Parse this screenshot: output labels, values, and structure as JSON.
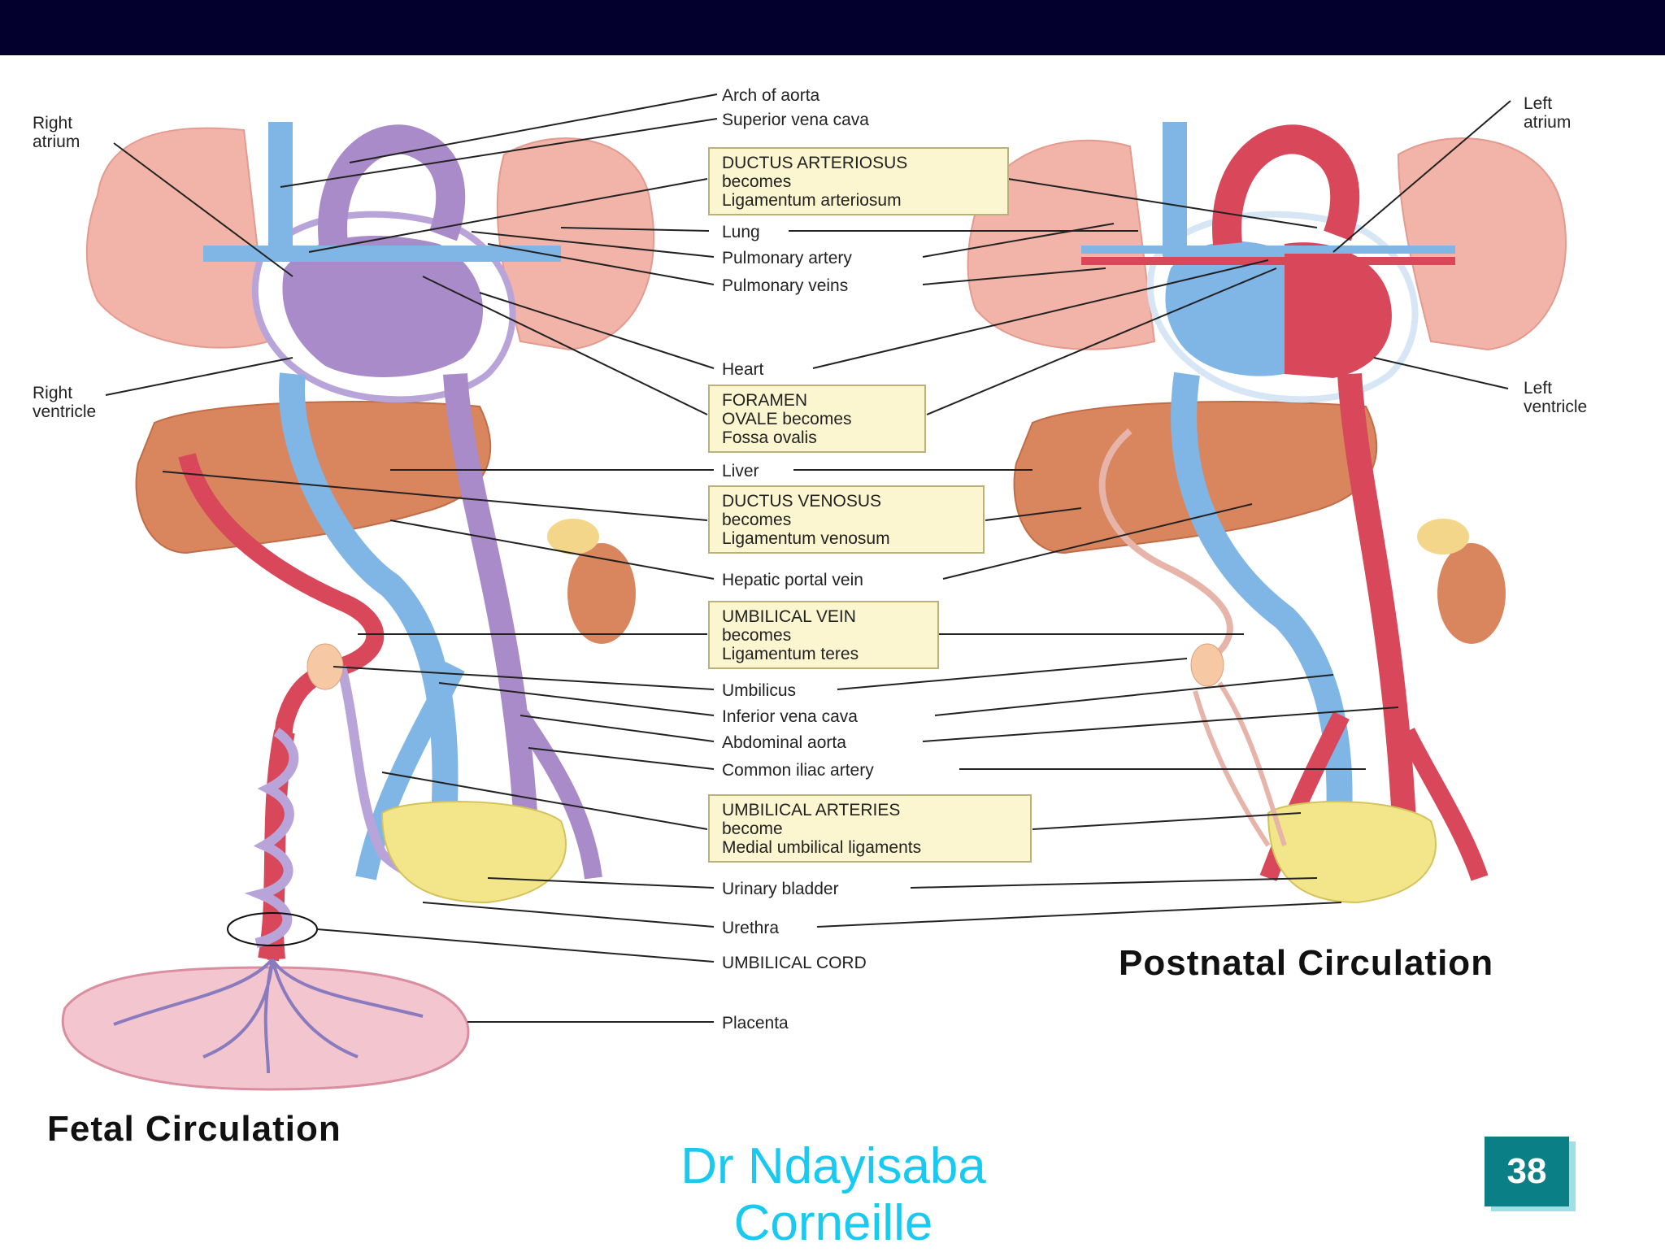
{
  "side_labels_left": [
    "Right",
    "atrium",
    "Right",
    "ventricle"
  ],
  "side_labels_right": [
    "Left",
    "atrium",
    "Left",
    "ventricle"
  ],
  "labels": {
    "arch_of_aorta": "Arch of aorta",
    "superior_vena_cava": "Superior vena cava",
    "lung": "Lung",
    "pulmonary_artery": "Pulmonary artery",
    "pulmonary_veins": "Pulmonary veins",
    "heart": "Heart",
    "liver": "Liver",
    "hepatic_portal_vein": "Hepatic portal vein",
    "umbilicus": "Umbilicus",
    "inferior_vena_cava": "Inferior vena cava",
    "abdominal_aorta": "Abdominal aorta",
    "common_iliac_artery": "Common iliac artery",
    "urinary_bladder": "Urinary bladder",
    "urethra": "Urethra",
    "umbilical_cord": "UMBILICAL CORD",
    "placenta": "Placenta"
  },
  "boxes": {
    "ductus_arteriosus": [
      "DUCTUS ARTERIOSUS",
      "becomes",
      "Ligamentum arteriosum"
    ],
    "foramen_ovale": [
      "FORAMEN",
      "OVALE becomes",
      "Fossa ovalis"
    ],
    "ductus_venosus": [
      "DUCTUS VENOSUS",
      "becomes",
      "Ligamentum venosum"
    ],
    "umbilical_vein": [
      "UMBILICAL VEIN",
      "becomes",
      "Ligamentum teres"
    ],
    "umbilical_arteries": [
      "UMBILICAL ARTERIES",
      "become",
      "Medial umbilical ligaments"
    ]
  },
  "captions": {
    "fetal": "Fetal Circulation",
    "postnatal": "Postnatal Circulation"
  },
  "footer": {
    "author_line1": "Dr Ndayisaba",
    "author_line2": "Corneille",
    "page_number": "38"
  },
  "colors": {
    "title_bar": "#03002e",
    "artery_red": "#d8475a",
    "vein_blue": "#7fb6e6",
    "mixed_purple": "#a98bc9",
    "lung_pink": "#f2b3a8",
    "liver_brown": "#d9855e",
    "label_box": "#fbf6cf",
    "author_text": "#19c9f0",
    "page_badge": "#0b7f86"
  }
}
